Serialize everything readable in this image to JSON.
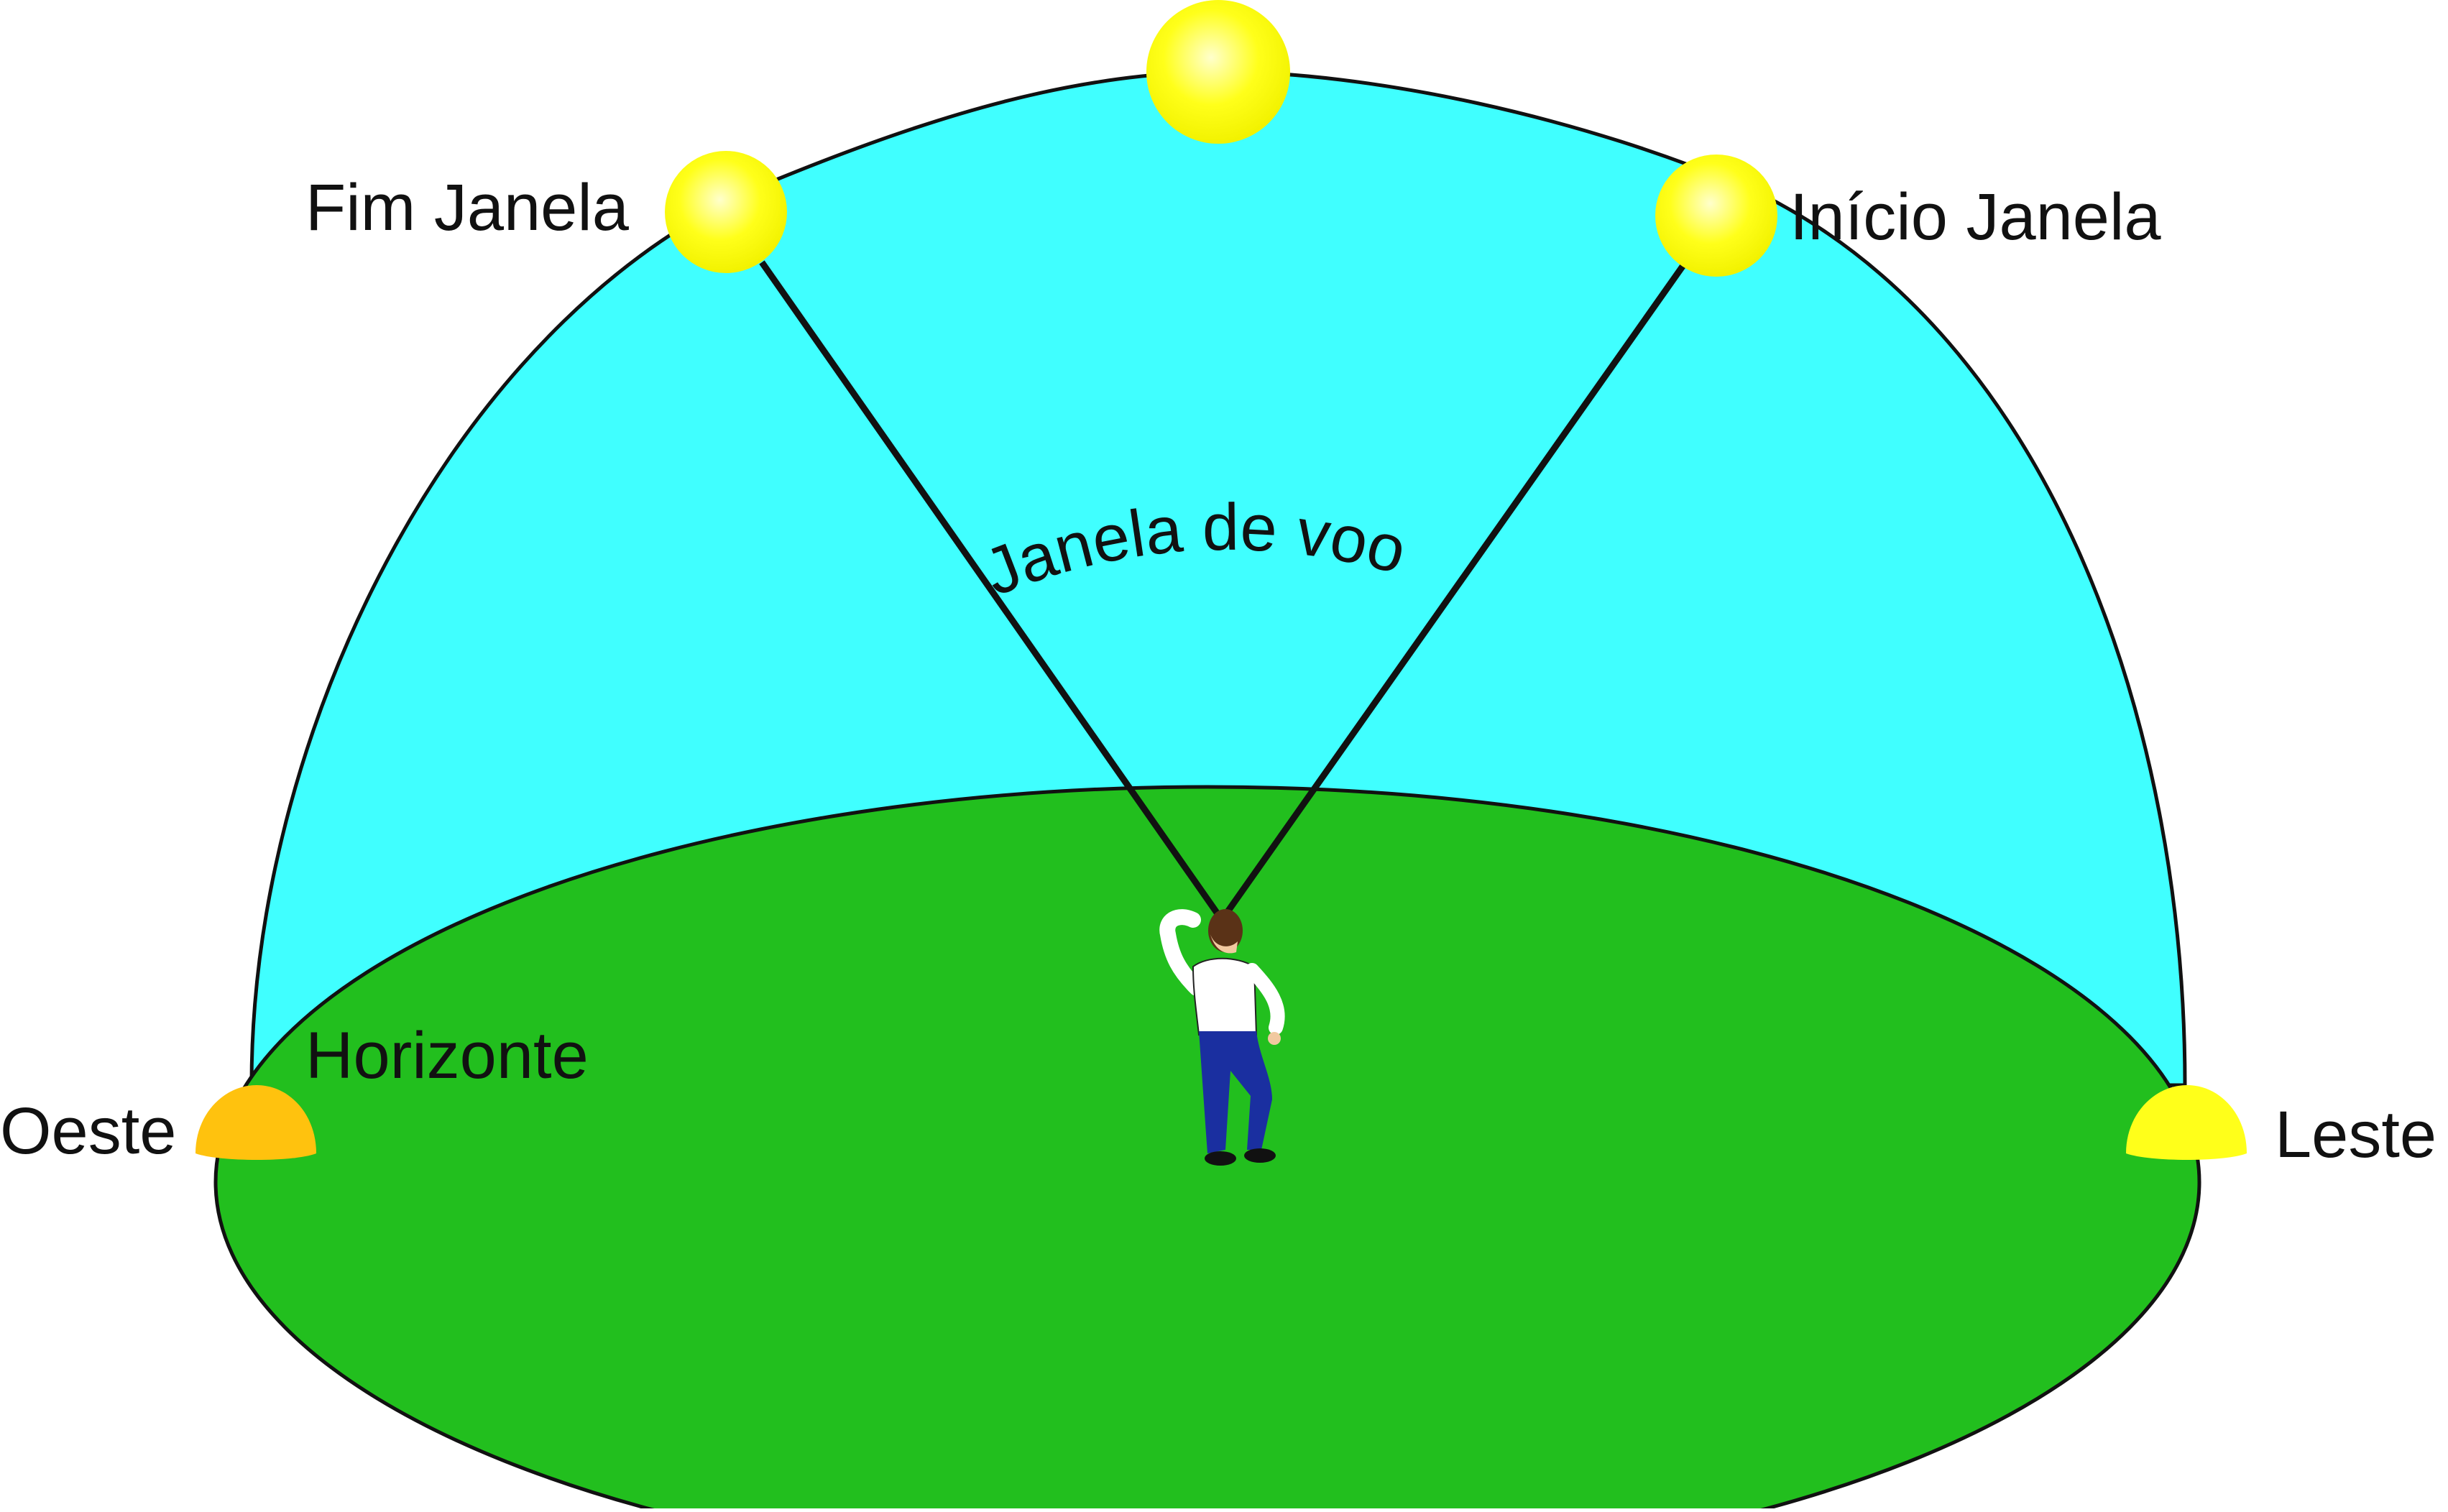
{
  "labels": {
    "fim_janela": "Fim Janela",
    "inicio_janela": "Início Janela",
    "janela_de_voo": "Janela de voo",
    "horizonte": "Horizonte",
    "oeste": "Oeste",
    "leste": "Leste"
  },
  "colors": {
    "sky": "#40FFFF",
    "ground": "#22BF1E",
    "sun": "#FFFF1A",
    "sun_highlight": "#FFFFCC",
    "setting_sun": "#FFC20E",
    "outline": "#111111"
  }
}
